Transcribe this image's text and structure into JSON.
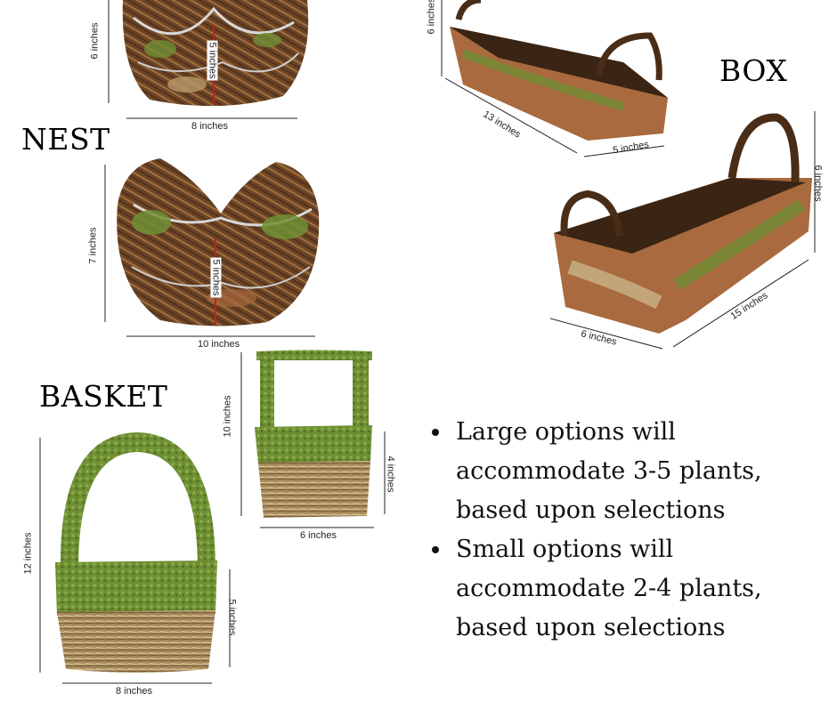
{
  "headings": {
    "nest": "NEST",
    "box": "BOX",
    "basket": "BASKET"
  },
  "dimensions": {
    "nest_small_height": "6  inches",
    "nest_small_inner": "5 inches",
    "nest_small_width": "8 inches",
    "nest_large_height": "7 inches",
    "nest_large_inner": "5 inches",
    "nest_large_width": "10 inches",
    "box_small_height": "6 inches",
    "box_small_length": "13 inches",
    "box_small_width": "5 inches",
    "box_large_height": "6 inches",
    "box_large_length": "15 inches",
    "box_large_width": "6 inches",
    "basket_small_height": "10 inches",
    "basket_small_body": "4 inches",
    "basket_small_width": "6 inches",
    "basket_large_height": "12 inches",
    "basket_large_body": "5 inches",
    "basket_large_width": "8 inches"
  },
  "bullets": [
    "Large options will accommodate 3-5 plants, based upon selections",
    "Small options will accommodate 2-4 plants, based upon selections"
  ],
  "colors": {
    "moss": "#6f8f34",
    "twig": "#7a4f2b",
    "bark": "#a86a3e",
    "straw": "#b99a6a",
    "marker": "#d11a1a"
  }
}
